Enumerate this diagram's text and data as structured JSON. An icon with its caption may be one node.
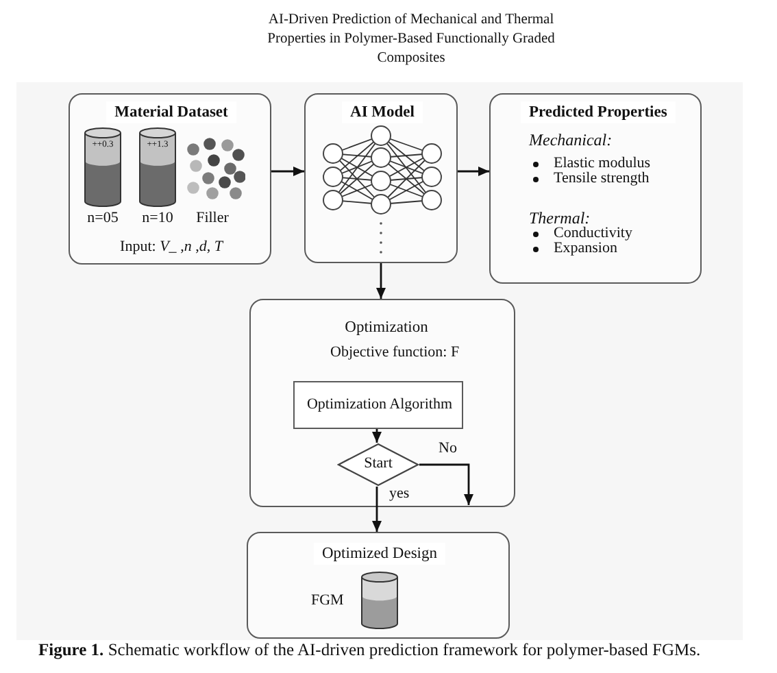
{
  "diagram": {
    "title": "AI-Driven Prediction of Mechanical and Thermal Properties in Polymer-Based Functionally Graded Composites",
    "caption": "**Figure 1.** Schematic workflow of the AI-driven prediction framework for polymer-based FGMs.",
    "nodes": [
      {
        "text": [
          "Material Dataset",
          "Input: *V_* ,*n* ,*d*, *T*"
        ]
      },
      {
        "text": [
          "++0.3"
        ],
        "beside": [
          "n=05"
        ],
        "in": 0
      },
      {
        "text": [
          "++1.3"
        ],
        "beside": [
          "n=10"
        ],
        "in": 0
      },
      {
        "text": [],
        "shape": "picture",
        "beside": [
          "Filler"
        ],
        "in": 0
      },
      {
        "text": [
          "AI Model"
        ]
      },
      {
        "text": [
          "Predicted Properties",
          "Mechanical:",
          "Elastic modulus",
          "Tensile strength",
          "Thermal:",
          "Conductivity",
          "Expansion"
        ]
      },
      {
        "text": [
          "Optimization",
          "Objective function: F"
        ]
      },
      {
        "text": [
          "Optimization Algorithm"
        ],
        "in": 6
      },
      {
        "text": [
          "Start"
        ],
        "in": 6
      },
      {
        "text": [
          "Optimized Design"
        ]
      },
      {
        "text": [],
        "shape": "cylinder",
        "beside": [
          "FGM"
        ],
        "in": 9
      }
    ],
    "edges": [
      {
        "from": 0,
        "to": 4,
        "arrow": "to"
      },
      {
        "from": 4,
        "to": 5,
        "arrow": "to"
      },
      {
        "from": 4,
        "to": 6,
        "arrow": "to"
      },
      {
        "from": 7,
        "to": 8,
        "arrow": "to"
      },
      {
        "from": 8,
        "to": 6,
        "arrow": "to",
        "label": "No"
      },
      {
        "from": 8,
        "to": 9,
        "arrow": "to",
        "label": "yes"
      }
    ]
  }
}
